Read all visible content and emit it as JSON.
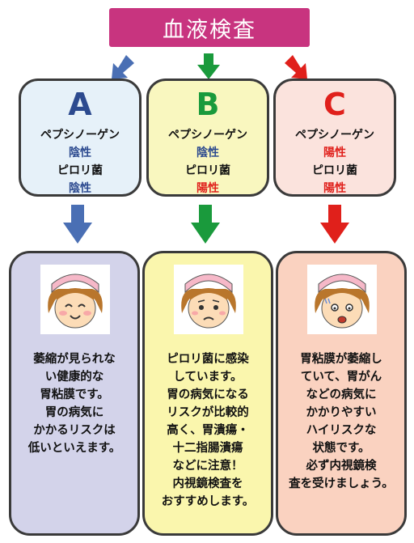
{
  "header": {
    "title": "血液検査"
  },
  "colors": {
    "a": "#4a6fb4",
    "b": "#1a9a3c",
    "c": "#e0201b"
  },
  "groups": [
    {
      "letter": "A",
      "pepsinogen_label": "ペプシノーゲン",
      "pepsinogen_result": "陰性",
      "pylori_label": "ピロリ菌",
      "pylori_result": "陰性",
      "description": [
        "萎縮が見られな",
        "い健康的な",
        "胃粘膜です。",
        "胃の病気に",
        "かかるリスクは",
        "低いといえます。"
      ]
    },
    {
      "letter": "B",
      "pepsinogen_label": "ペプシノーゲン",
      "pepsinogen_result": "陰性",
      "pylori_label": "ピロリ菌",
      "pylori_result": "陽性",
      "description": [
        "ピロリ菌に感染",
        "しています。",
        "胃の病気になる",
        "リスクが比較的",
        "高く、胃潰瘍・",
        "十二指腸潰瘍",
        "などに注意！",
        "内視鏡検査を",
        "おすすめします。"
      ]
    },
    {
      "letter": "C",
      "pepsinogen_label": "ペプシノーゲン",
      "pepsinogen_result": "陽性",
      "pylori_label": "ピロリ菌",
      "pylori_result": "陽性",
      "description": [
        "胃粘膜が萎縮し",
        "ていて、胃がん",
        "などの病気に",
        "かかりやすい",
        "ハイリスクな",
        "状態です。",
        "必ず内視鏡検",
        "査を受けましょう。"
      ]
    }
  ]
}
